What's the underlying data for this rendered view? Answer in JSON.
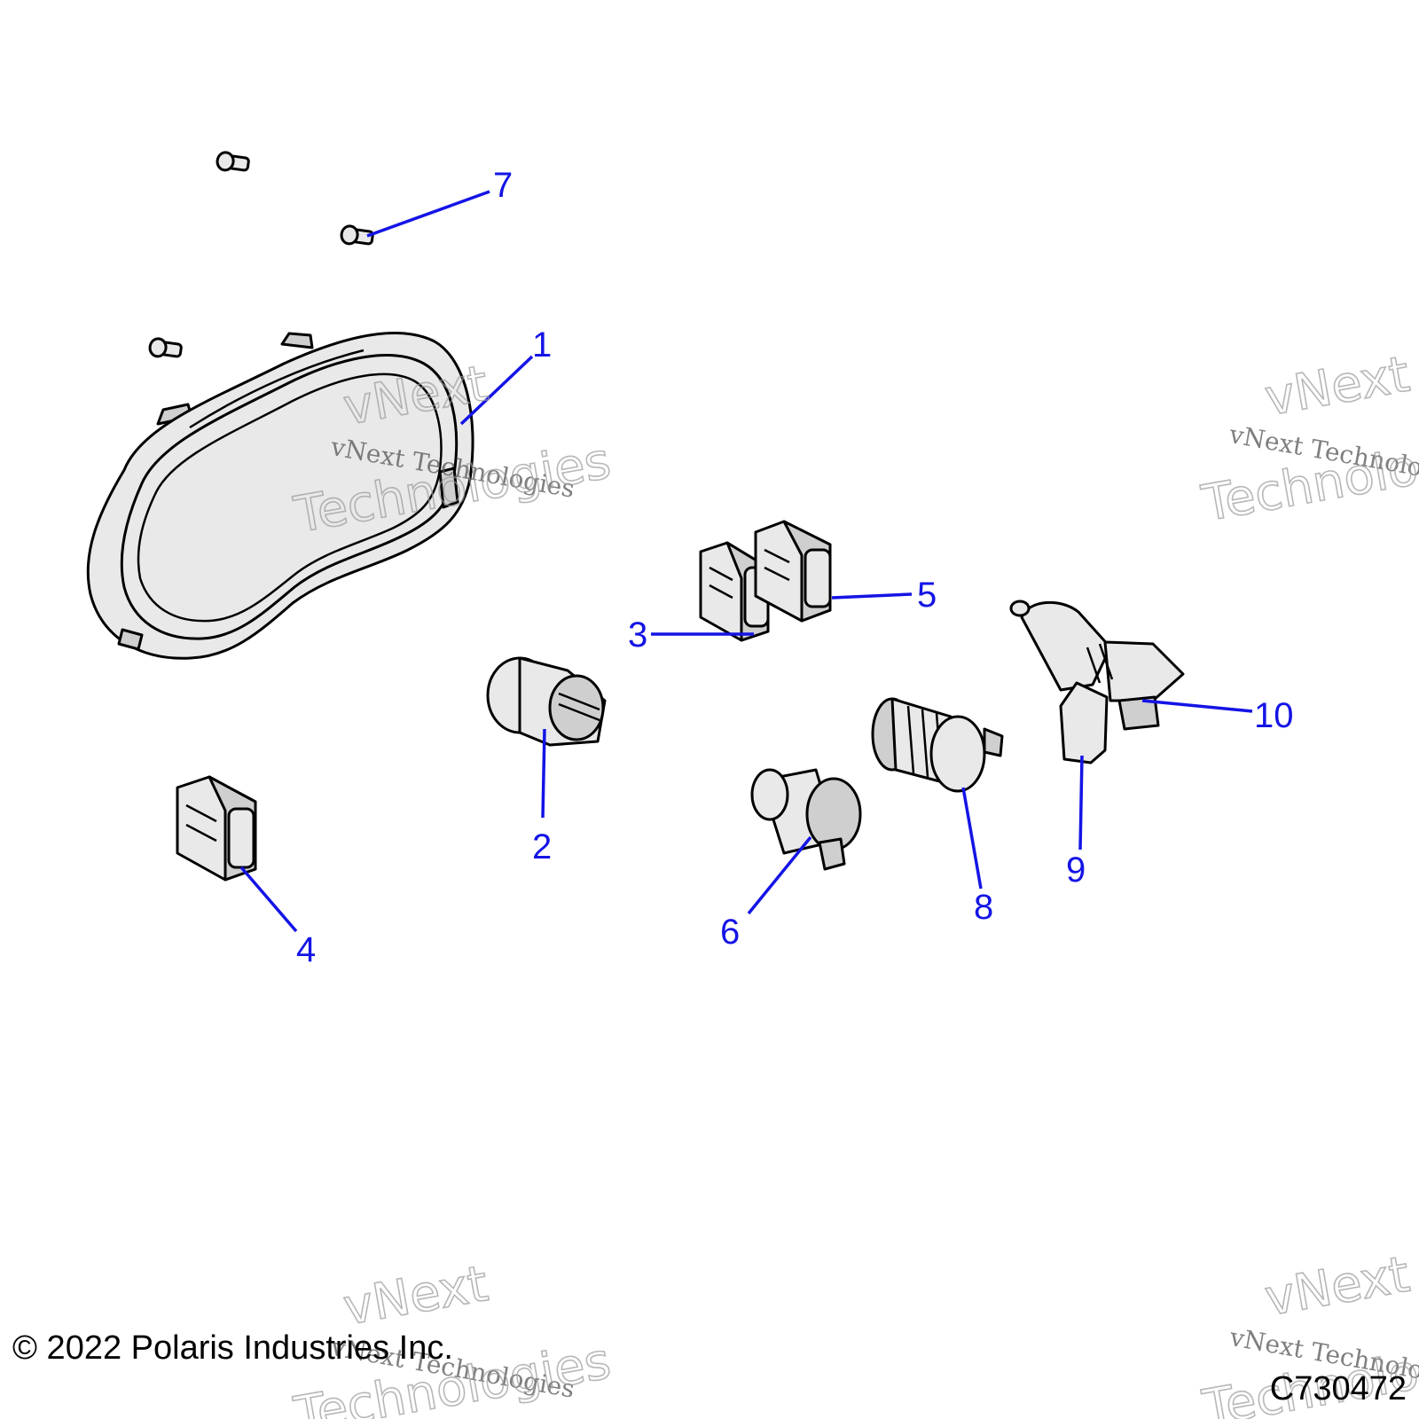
{
  "diagram": {
    "callouts": [
      "1",
      "2",
      "3",
      "4",
      "5",
      "6",
      "7",
      "8",
      "9",
      "10"
    ],
    "watermark": {
      "top_line": "vNext",
      "serif_line": "vNext Technologies",
      "bottom_line": "Technologies"
    },
    "copyright": "© 2022 Polaris Industries Inc.",
    "figure_id": "C730472",
    "colors": {
      "callout": "#1414e6",
      "line": "#000000",
      "part_fill": "#e9e9e9"
    }
  }
}
